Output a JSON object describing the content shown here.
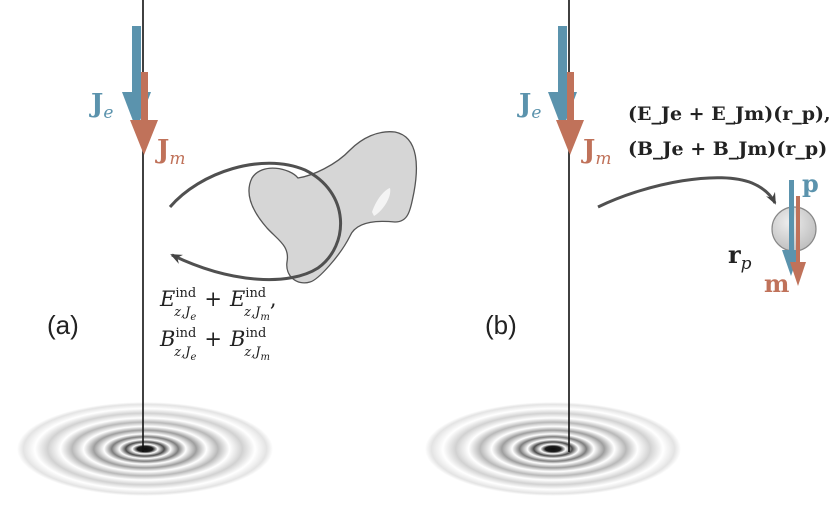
{
  "panels": [
    {
      "label": "(a)",
      "source_je": "J",
      "source_je_sub": "e",
      "source_jm": "J",
      "source_jm_sub": "m",
      "field_line1": {
        "E": "E",
        "sup": "ind",
        "sub1": "z,J",
        "sub1b": "e",
        "plus": "+",
        "E2": "E",
        "sup2": "ind",
        "sub2": "z,J",
        "sub2b": "m",
        "tail": ","
      },
      "field_line2": {
        "B": "B",
        "sup": "ind",
        "sub1": "z,J",
        "sub1b": "e",
        "plus": "+",
        "B2": "B",
        "sup2": "ind",
        "sub2": "z,J",
        "sub2b": "m"
      }
    },
    {
      "label": "(b)",
      "source_je": "J",
      "source_je_sub": "e",
      "source_jm": "J",
      "source_jm_sub": "m",
      "fields_line1": "(E_Je + E_Jm)(r_p),",
      "fields_line2": "(B_Je + B_Jm)(r_p)",
      "dipole_p": "p",
      "dipole_m": "m",
      "position": "r",
      "position_sub": "p"
    }
  ],
  "colors": {
    "electric": "#5b93ad",
    "magnetic": "#c0725a",
    "axis": "#111111",
    "curve": "#505050",
    "scatterer_fill": "#d6d6d6",
    "scatterer_stroke": "#555555"
  }
}
